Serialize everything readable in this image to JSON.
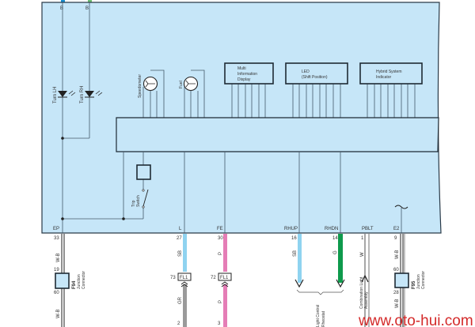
{
  "colors": {
    "panel": "#c6e6f8",
    "wire_sb": "#8fd3f0",
    "wire_p": "#e57db6",
    "wire_g": "#0e9a4c",
    "wire_gr": "#9a9a9a",
    "watermark": "#d42a2a"
  },
  "top_pins": [
    "B",
    "B"
  ],
  "indicators": [
    "Turn LH",
    "Turn RH"
  ],
  "gauges": [
    "Speedometer",
    "Fuel"
  ],
  "displays": {
    "mid": [
      "Multi",
      "Information",
      "Display"
    ],
    "led": [
      "LED",
      "(Shift Position)"
    ],
    "hybrid": [
      "Hybrid System",
      "Indicator"
    ]
  },
  "trip_switch": [
    "Trip",
    "Switch"
  ],
  "terminals": [
    "EP",
    "L",
    "FE",
    "RHUP",
    "RHDN",
    "PBLT",
    "E2"
  ],
  "ep_wire": {
    "pin_top": "33",
    "color_top": "W-B",
    "pin_in": "19",
    "connector_id": "F94",
    "connector_label": [
      "Junction",
      "Connector"
    ],
    "pin_out": "60",
    "color_bottom": "W-B"
  },
  "l_wire": {
    "pin": "27",
    "color": "SB",
    "conn_pin": "73",
    "conn": "FL1",
    "color_below": "GR",
    "pin_below": "2"
  },
  "fe_wire": {
    "pin": "30",
    "color": "P",
    "conn_pin": "72",
    "conn": "FL1",
    "color_below": "P",
    "pin_below": "3"
  },
  "rhup_wire": {
    "pin": "16",
    "color": "SB"
  },
  "rhdn_wire": {
    "pin": "14",
    "color": "G"
  },
  "rheostat_label": [
    "Light Control",
    "Rheostat"
  ],
  "pblt_wire": {
    "pin": "1",
    "color": "W",
    "dest": [
      "Combination Light",
      "Assembly"
    ]
  },
  "e2_wire": {
    "pin_top": "9",
    "color_top": "W-B",
    "pin_in": "60",
    "connector_id": "F95",
    "connector_label": [
      "Junction",
      "Connector"
    ],
    "pin_out": "28",
    "color_bottom": "W-B"
  },
  "watermark": "www.oto-hui.com"
}
